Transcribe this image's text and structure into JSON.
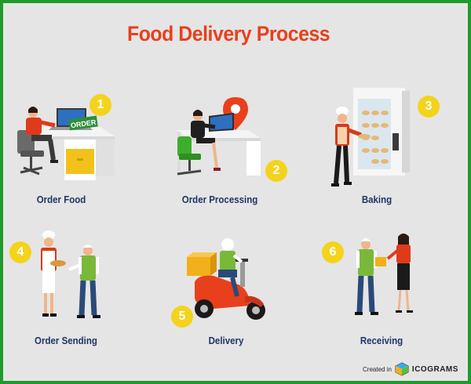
{
  "title": "Food Delivery Process",
  "steps": [
    {
      "number": "1",
      "label": "Order Food",
      "screen_text": "ORDER"
    },
    {
      "number": "2",
      "label": "Order Processing"
    },
    {
      "number": "3",
      "label": "Baking"
    },
    {
      "number": "4",
      "label": "Order Sending"
    },
    {
      "number": "5",
      "label": "Delivery"
    },
    {
      "number": "6",
      "label": "Receiving"
    }
  ],
  "footer": {
    "created_in": "Created in",
    "brand": "ICOGRAMS"
  },
  "colors": {
    "border": "#1e9a2a",
    "background": "#e5e5e5",
    "title": "#e8401c",
    "label": "#1f3566",
    "badge": "#f4d31c"
  }
}
